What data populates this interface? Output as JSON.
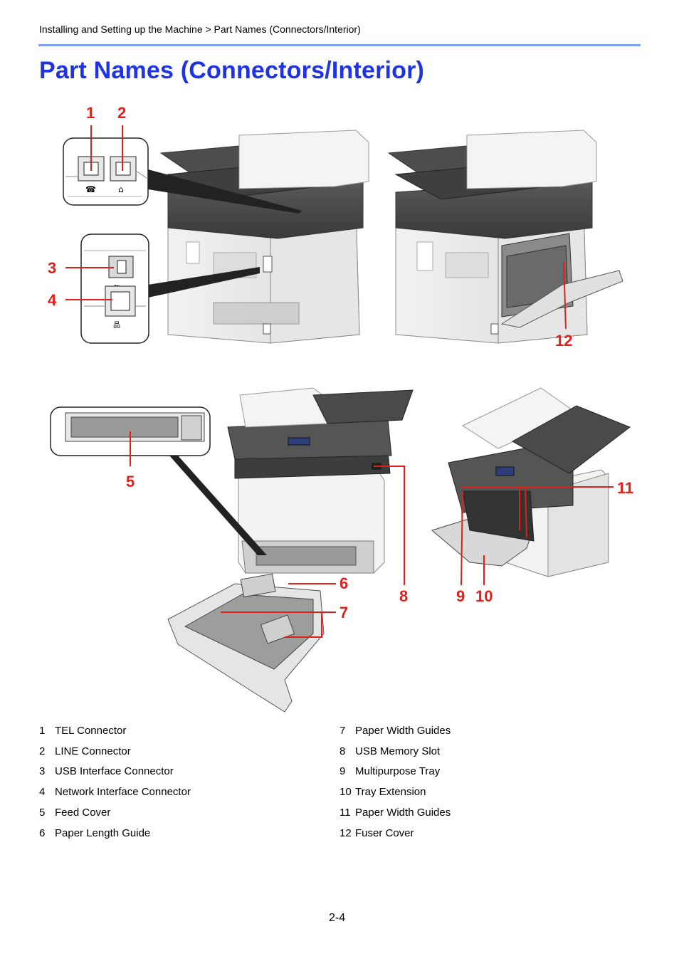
{
  "header": {
    "breadcrumb": "Installing and Setting up the Machine > Part Names (Connectors/Interior)",
    "title": "Part Names (Connectors/Interior)"
  },
  "callouts": [
    "1",
    "2",
    "3",
    "4",
    "5",
    "6",
    "7",
    "8",
    "9",
    "10",
    "11",
    "12"
  ],
  "legend": {
    "left": [
      {
        "num": "1",
        "label": "TEL Connector"
      },
      {
        "num": "2",
        "label": "LINE Connector"
      },
      {
        "num": "3",
        "label": "USB Interface Connector"
      },
      {
        "num": "4",
        "label": "Network Interface Connector"
      },
      {
        "num": "5",
        "label": "Feed Cover"
      },
      {
        "num": "6",
        "label": "Paper Length Guide"
      }
    ],
    "right": [
      {
        "num": "7",
        "label": "Paper Width Guides"
      },
      {
        "num": "8",
        "label": "USB Memory Slot"
      },
      {
        "num": "9",
        "label": "Multipurpose Tray"
      },
      {
        "num": "10",
        "label": "Tray Extension"
      },
      {
        "num": "11",
        "label": "Paper Width Guides"
      },
      {
        "num": "12",
        "label": "Fuser Cover"
      }
    ]
  },
  "footer": {
    "page_number": "2-4"
  },
  "colors": {
    "title": "#1e33e5",
    "rule": "#7fa0ff",
    "callout": "#e0201a"
  }
}
